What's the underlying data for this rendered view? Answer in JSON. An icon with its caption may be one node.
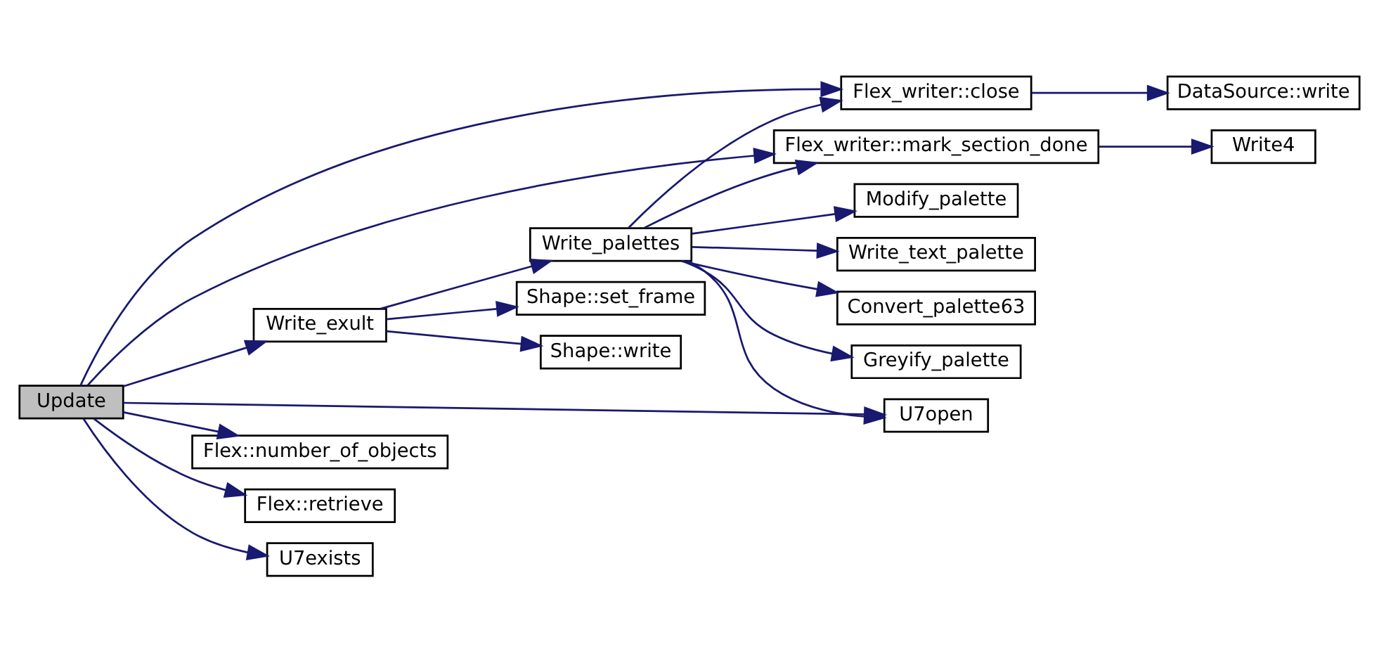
{
  "diagram": {
    "nodes": [
      {
        "text": [
          "Update"
        ]
      },
      {
        "text": [
          "Flex_writer::close"
        ]
      },
      {
        "text": [
          "DataSource::write"
        ]
      },
      {
        "text": [
          "Flex_writer::mark_section_done"
        ]
      },
      {
        "text": [
          "Write4"
        ]
      },
      {
        "text": [
          "Write_exult"
        ]
      },
      {
        "text": [
          "Write_palettes"
        ]
      },
      {
        "text": [
          "Write_text_palette"
        ]
      },
      {
        "text": [
          "Convert_palette63"
        ]
      },
      {
        "text": [
          "Greyify_palette"
        ]
      },
      {
        "text": [
          "Modify_palette"
        ]
      },
      {
        "text": [
          "Shape::set_frame"
        ]
      },
      {
        "text": [
          "Shape::write"
        ]
      },
      {
        "text": [
          "U7open"
        ]
      },
      {
        "text": [
          "Flex::number_of_objects"
        ]
      },
      {
        "text": [
          "Flex::retrieve"
        ]
      },
      {
        "text": [
          "U7exists"
        ]
      }
    ],
    "edges": [
      {
        "from": 0,
        "to": 1,
        "arrow": "to"
      },
      {
        "from": 0,
        "to": 3,
        "arrow": "to"
      },
      {
        "from": 0,
        "to": 5,
        "arrow": "to"
      },
      {
        "from": 0,
        "to": 13,
        "arrow": "to"
      },
      {
        "from": 0,
        "to": 14,
        "arrow": "to"
      },
      {
        "from": 0,
        "to": 15,
        "arrow": "to"
      },
      {
        "from": 0,
        "to": 16,
        "arrow": "to"
      },
      {
        "from": 1,
        "to": 2,
        "arrow": "to"
      },
      {
        "from": 3,
        "to": 4,
        "arrow": "to"
      },
      {
        "from": 5,
        "to": 6,
        "arrow": "to"
      },
      {
        "from": 5,
        "to": 11,
        "arrow": "to"
      },
      {
        "from": 5,
        "to": 12,
        "arrow": "to"
      },
      {
        "from": 6,
        "to": 1,
        "arrow": "to"
      },
      {
        "from": 6,
        "to": 3,
        "arrow": "to"
      },
      {
        "from": 6,
        "to": 7,
        "arrow": "to"
      },
      {
        "from": 6,
        "to": 8,
        "arrow": "to"
      },
      {
        "from": 6,
        "to": 9,
        "arrow": "to"
      },
      {
        "from": 6,
        "to": 10,
        "arrow": "to"
      },
      {
        "from": 6,
        "to": 13,
        "arrow": "to"
      }
    ]
  }
}
